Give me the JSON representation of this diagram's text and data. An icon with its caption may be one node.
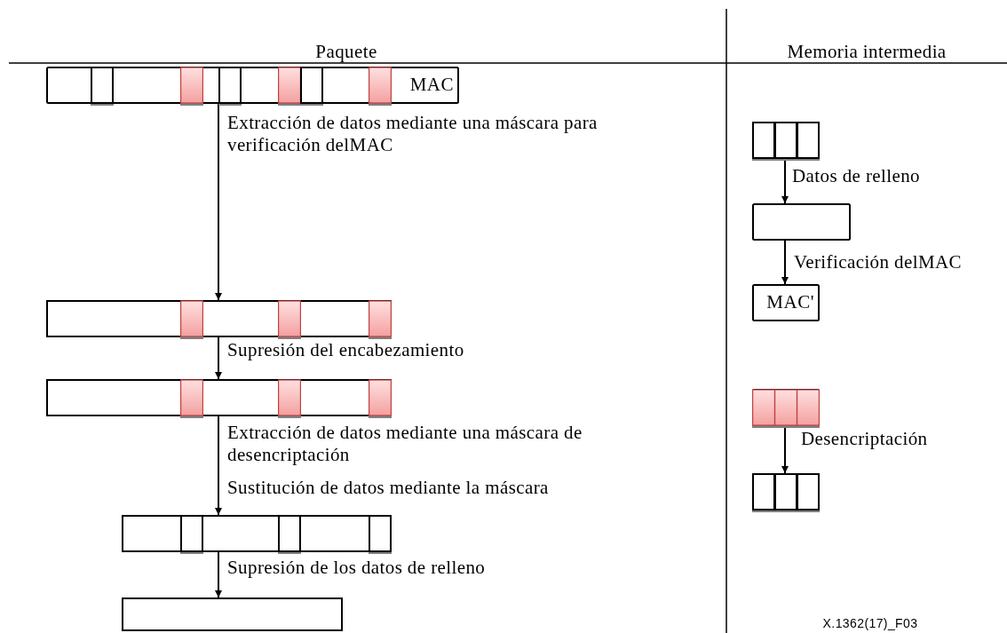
{
  "diagram": {
    "nodes": [
      {
        "text": [
          "MAC"
        ]
      },
      {
        "text": [],
        "shape": "bar"
      },
      {
        "text": [],
        "shape": "bar"
      },
      {
        "text": [],
        "shape": "bar"
      },
      {
        "text": [],
        "shape": "bar"
      },
      {
        "text": [],
        "shape": "box"
      },
      {
        "text": [],
        "shape": "box"
      },
      {
        "text": [
          "MAC'"
        ]
      },
      {
        "text": [],
        "shape": "box"
      },
      {
        "text": [],
        "shape": "box"
      }
    ],
    "edges": [
      {
        "from": 0,
        "to": 1,
        "arrow": "to",
        "label": "Extracción de datos mediante una máscara para verificación delMAC"
      },
      {
        "from": 1,
        "to": 2,
        "arrow": "to",
        "label": "Supresión del encabezamiento"
      },
      {
        "from": 2,
        "to": 3,
        "arrow": "to",
        "label": "Extracción de datos mediante una máscara de desencriptación"
      },
      {
        "from": 3,
        "to": 4,
        "arrow": "to",
        "label": "Supresión de los datos de relleno"
      },
      {
        "from": 5,
        "to": 6,
        "arrow": "to",
        "label": "Datos de relleno"
      },
      {
        "from": 6,
        "to": 7,
        "arrow": "to",
        "label": "Verificación delMAC"
      },
      {
        "from": 8,
        "to": 9,
        "arrow": "to",
        "label": "Desencriptación"
      }
    ],
    "labels": [
      "Paquete",
      "Memoria intermedia",
      "Sustitución de datos mediante la máscara",
      "X.1362(17)_F03"
    ]
  }
}
